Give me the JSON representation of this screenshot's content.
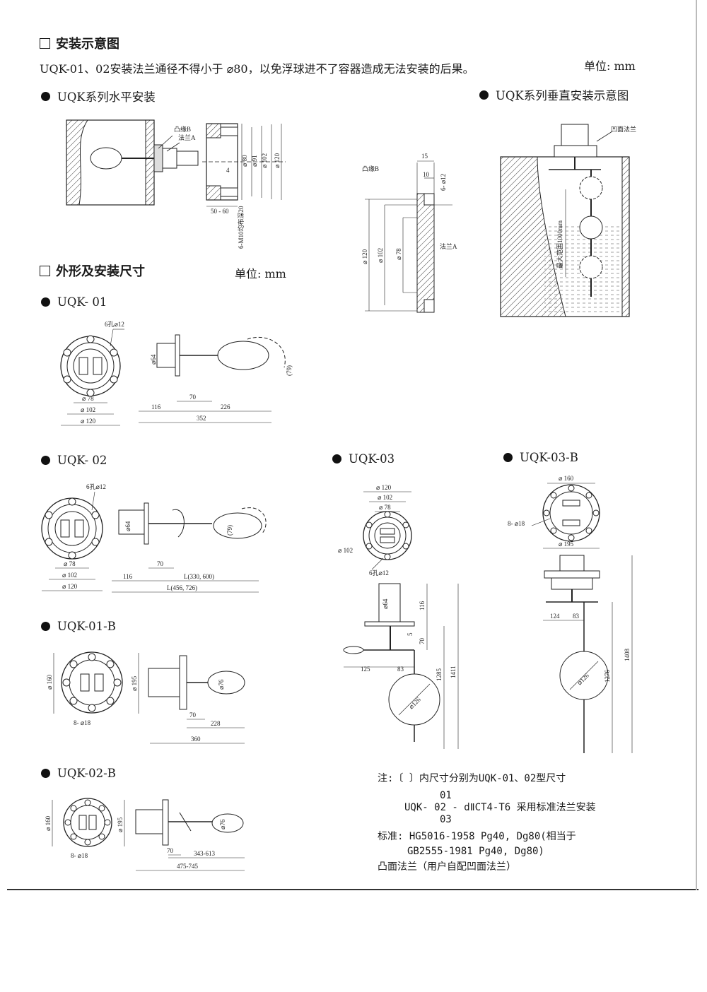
{
  "install": {
    "heading": "安装示意图",
    "intro": "UQK-01、02安装法兰通径不得小于 ⌀80，以免浮球进不了容器造成无法安装的后果。",
    "unit": "单位:  mm",
    "horizontal_title": "UQK系列水平安装",
    "vertical_title": "UQK系列垂直安装示意图"
  },
  "dims_section": {
    "heading": "外形及安装尺寸",
    "unit": "单位:  mm"
  },
  "models": {
    "uqk01": "UQK- 01",
    "uqk02": "UQK- 02",
    "uqk03": "UQK-03",
    "uqk03b": "UQK-03-B",
    "uqk01b": "UQK-01-B",
    "uqk02b": "UQK-02-B"
  },
  "drawing_labels": {
    "flange_b": "凸缘B",
    "flange_a": "法兰A",
    "concave_flange": "凹面法兰",
    "max_range": "最大范围1000mm",
    "holes_6_12": "6孔⌀12",
    "holes_8_18": "8- ⌀18",
    "bolt_text": "6-M10均布深20",
    "d64": "⌀64",
    "d78": "⌀ 78",
    "d102": "⌀ 102",
    "d120": "⌀ 120",
    "d91": "⌀ 91",
    "d80": "⌀ 80",
    "d160": "⌀ 160",
    "d195": "⌀ 195",
    "d126": "⌀126",
    "d12": "6- ⌀12",
    "d79": "(79)",
    "d76": "⌀76",
    "n4": "4",
    "n5": "5",
    "n10": "10",
    "n15": "15",
    "n50_60": "50 - 60",
    "n70": "70",
    "n83": "83",
    "n116": "116",
    "n124": "124",
    "n125": "125",
    "n226": "226",
    "n228": "228",
    "n352": "352",
    "n360": "360",
    "n1276": "1276",
    "n1285": "1285",
    "n1408": "1408",
    "n1411": "1411",
    "L_short": "L(330, 600)",
    "L_long": "L(456, 726)",
    "n343_613": "343-613",
    "n475_745": "475-745"
  },
  "notes": {
    "line1": "注:〔 〕内尺寸分别为UQK-01、02型尺寸",
    "code_top": "01",
    "code_mid": "UQK- 02 - dⅡCT4-T6 采用标准法兰安装",
    "code_bot": "03",
    "std1": "标准: HG5016-1958   Pg40, Dg80(相当于",
    "std2": "GB2555-1981 Pg40, Dg80)",
    "flange": "凸面法兰（用户自配凹面法兰）"
  }
}
